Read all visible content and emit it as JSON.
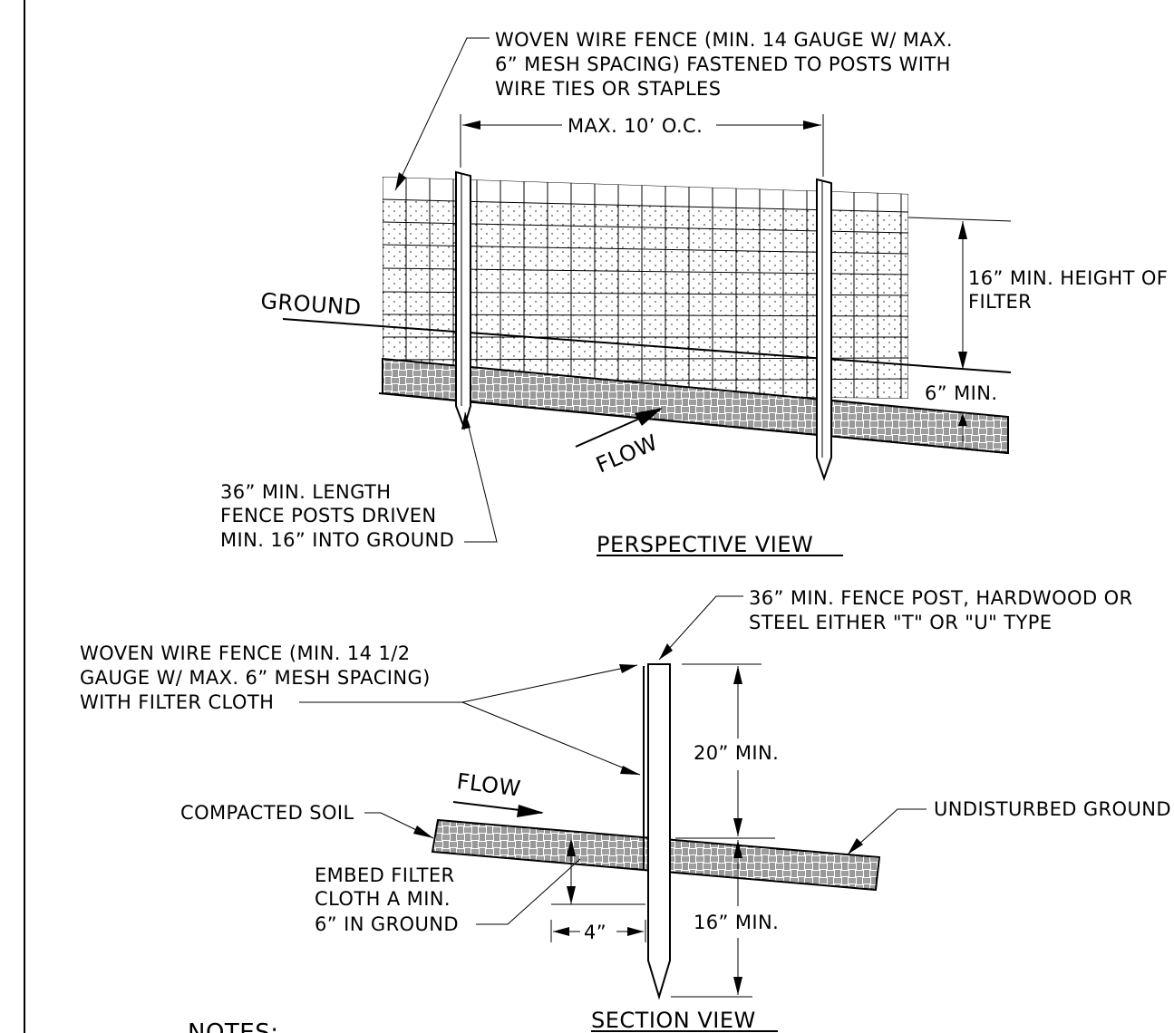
{
  "perspective": {
    "fence_note": [
      "WOVEN WIRE FENCE (MIN. 14 GAUGE W/ MAX.",
      "6” MESH SPACING) FASTENED TO POSTS WITH",
      "WIRE TIES OR STAPLES"
    ],
    "post_spacing": "MAX. 10’ O.C.",
    "height_note": [
      "16” MIN. HEIGHT OF",
      "FILTER"
    ],
    "ground_label": "GROUND",
    "depth_label": "6” MIN.",
    "flow_label": "FLOW",
    "post_note": [
      "36” MIN. LENGTH",
      "FENCE POSTS DRIVEN",
      "MIN. 16” INTO GROUND"
    ],
    "title": "PERSPECTIVE VIEW"
  },
  "section": {
    "post_note": [
      "36” MIN. FENCE POST, HARDWOOD OR",
      "STEEL EITHER \"T\" OR \"U\" TYPE"
    ],
    "fence_note": [
      "WOVEN WIRE FENCE (MIN. 14 1/2",
      "GAUGE W/ MAX. 6” MESH SPACING)",
      "WITH FILTER CLOTH"
    ],
    "above_label": "20” MIN.",
    "flow_label": "FLOW",
    "compacted_label": "COMPACTED SOIL",
    "undisturbed_label": "UNDISTURBED GROUND",
    "embed_note": [
      "EMBED FILTER",
      "CLOTH A MIN.",
      "6” IN GROUND"
    ],
    "offset_label": "4”",
    "below_label": "16” MIN.",
    "title": "SECTION VIEW"
  },
  "notes_heading": "NOTES:"
}
